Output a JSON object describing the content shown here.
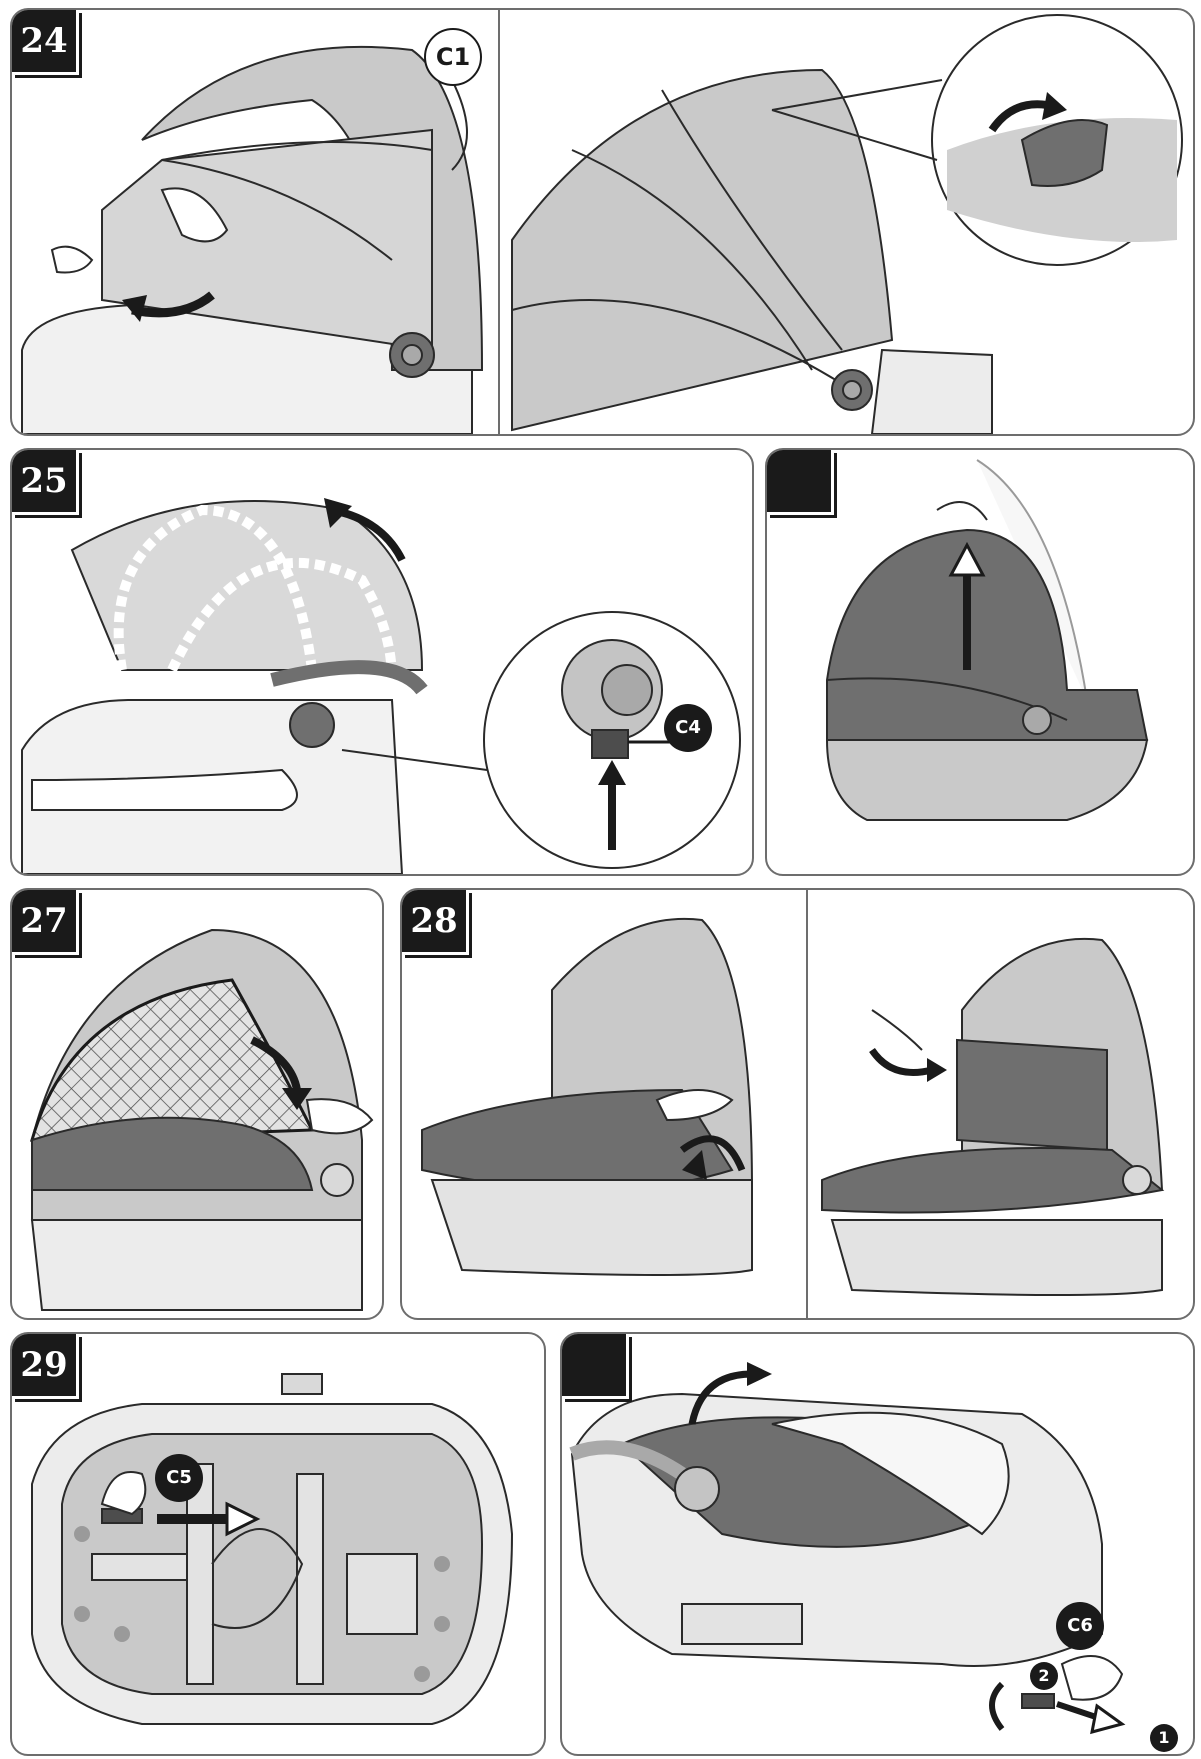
{
  "panels": {
    "p24": {
      "number": "24",
      "callout": "C1"
    },
    "p25": {
      "number": "25",
      "callout": "C4"
    },
    "p26": {
      "number": ""
    },
    "p27": {
      "number": "27"
    },
    "p28": {
      "number": "28"
    },
    "p29": {
      "number": "29",
      "callout": "C5"
    },
    "p30": {
      "number": "",
      "callout": "C6",
      "step1": "1",
      "step2": "2"
    }
  },
  "colors": {
    "fabric_light": "#c9c9c9",
    "fabric_mid": "#a9a9a9",
    "fabric_dark": "#6f6f6f",
    "shell": "#e9e9e9",
    "outline": "#2a2a2a",
    "label_bg": "#1a1a1a"
  }
}
